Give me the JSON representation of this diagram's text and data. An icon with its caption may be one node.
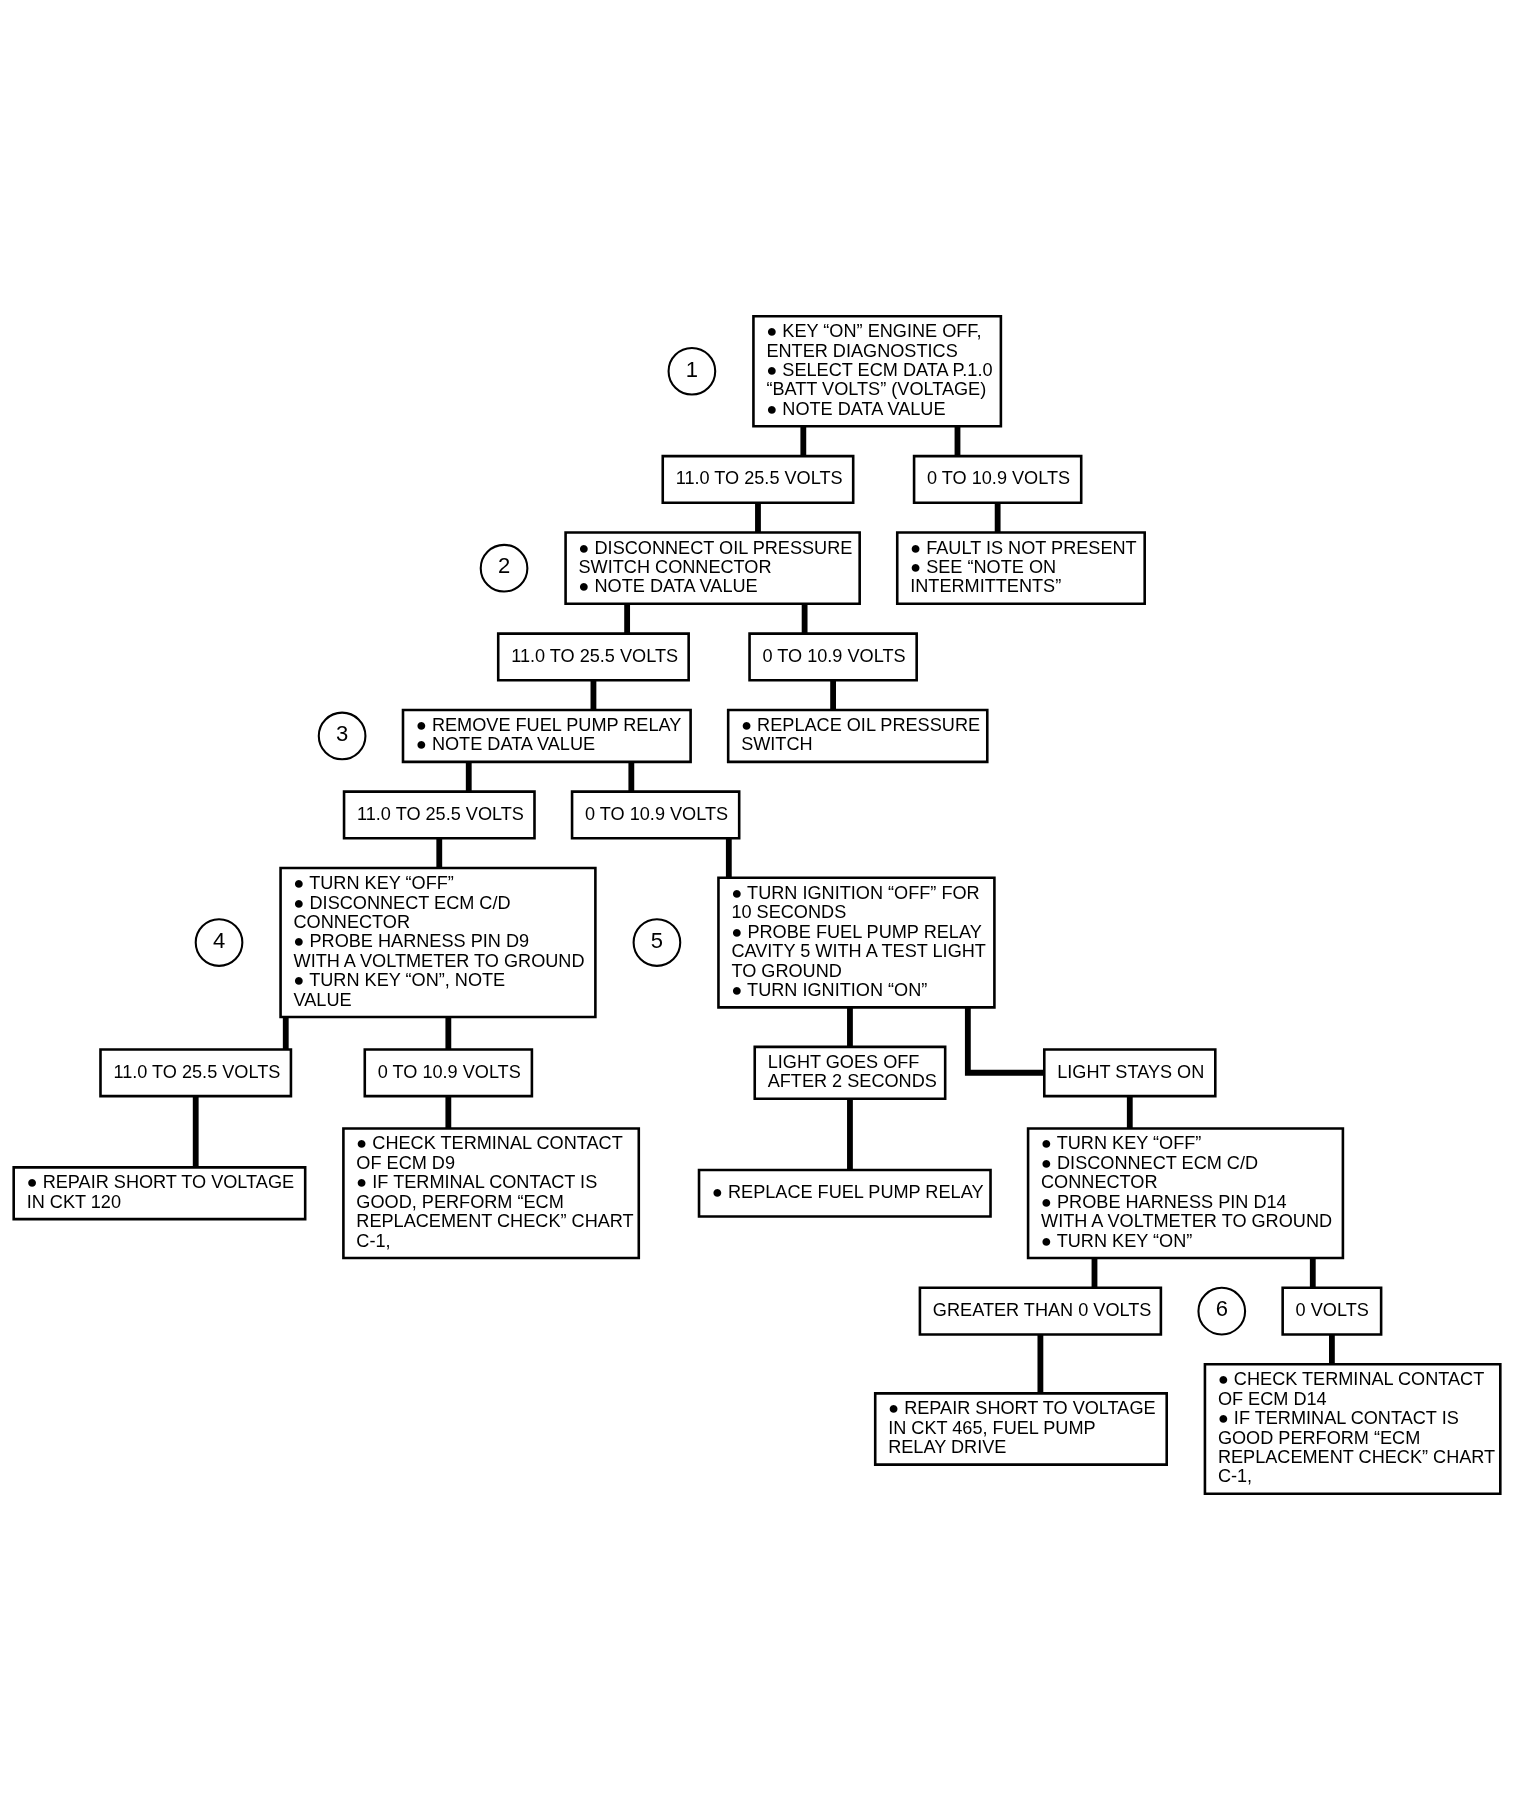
{
  "diagram": {
    "nodes": [
      {
        "text": [
          "1"
        ]
      },
      {
        "text": [
          "● KEY “ON” ENGINE OFF, ENTER DIAGNOSTICS",
          "● SELECT ECM DATA P.1.0 “BATT VOLTS” (VOLTAGE)",
          "● NOTE DATA VALUE"
        ]
      },
      {
        "text": [
          "11.0 TO 25.5 VOLTS"
        ]
      },
      {
        "text": [
          "0 TO 10.9 VOLTS"
        ]
      },
      {
        "text": [
          "2"
        ]
      },
      {
        "text": [
          "● DISCONNECT OIL PRESSURE SWITCH CONNECTOR",
          "● NOTE DATA VALUE"
        ]
      },
      {
        "text": [
          "● FAULT IS NOT PRESENT",
          "● SEE “NOTE ON INTERMITTENTS”"
        ]
      },
      {
        "text": [
          "11.0 TO 25.5 VOLTS"
        ]
      },
      {
        "text": [
          "0 TO 10.9 VOLTS"
        ]
      },
      {
        "text": [
          "3"
        ]
      },
      {
        "text": [
          "● REMOVE FUEL PUMP RELAY",
          "● NOTE DATA VALUE"
        ]
      },
      {
        "text": [
          "● REPLACE OIL PRESSURE SWITCH"
        ]
      },
      {
        "text": [
          "11.0 TO 25.5 VOLTS"
        ]
      },
      {
        "text": [
          "0 TO 10.9 VOLTS"
        ]
      },
      {
        "text": [
          "4"
        ]
      },
      {
        "text": [
          "● TURN KEY “OFF”",
          "● DISCONNECT ECM C/D CONNECTOR",
          "● PROBE HARNESS PIN D9 WITH A VOLTMETER TO GROUND",
          "● TURN KEY “ON”, NOTE VALUE"
        ]
      },
      {
        "text": [
          "5"
        ]
      },
      {
        "text": [
          "● TURN IGNITION “OFF” FOR 10 SECONDS",
          "● PROBE FUEL PUMP RELAY CAVITY 5 WITH A TEST LIGHT TO GROUND",
          "● TURN IGNITION “ON”"
        ]
      },
      {
        "text": [
          "11.0 TO 25.5 VOLTS"
        ]
      },
      {
        "text": [
          "0 TO 10.9 VOLTS"
        ]
      },
      {
        "text": [
          "LIGHT GOES OFF AFTER 2 SECONDS"
        ]
      },
      {
        "text": [
          "LIGHT STAYS ON"
        ]
      },
      {
        "text": [
          "● REPAIR SHORT TO VOLTAGE IN CKT 120"
        ]
      },
      {
        "text": [
          "● CHECK TERMINAL CONTACT OF ECM D9",
          "● IF TERMINAL CONTACT IS GOOD, PERFORM “ECM REPLACEMENT CHECK” CHART C-1,"
        ]
      },
      {
        "text": [
          "● REPLACE FUEL PUMP RELAY"
        ]
      },
      {
        "text": [
          "● TURN KEY “OFF”",
          "● DISCONNECT ECM C/D CONNECTOR",
          "● PROBE HARNESS PIN D14 WITH A VOLTMETER TO GROUND",
          "● TURN KEY “ON”"
        ]
      },
      {
        "text": [
          "GREATER THAN 0 VOLTS"
        ]
      },
      {
        "text": [
          "6"
        ]
      },
      {
        "text": [
          "0 VOLTS"
        ]
      },
      {
        "text": [
          "● REPAIR SHORT TO VOLTAGE IN CKT 465, FUEL PUMP RELAY DRIVE"
        ]
      },
      {
        "text": [
          "● CHECK TERMINAL CONTACT OF ECM D14",
          "● IF TERMINAL CONTACT IS GOOD PERFORM “ECM REPLACEMENT CHECK” CHART C-1,"
        ]
      }
    ],
    "edges": [
      {
        "from": 1,
        "to": 2,
        "arrow": "none"
      },
      {
        "from": 1,
        "to": 3,
        "arrow": "none"
      },
      {
        "from": 2,
        "to": 5,
        "arrow": "none"
      },
      {
        "from": 3,
        "to": 6,
        "arrow": "none"
      },
      {
        "from": 5,
        "to": 7,
        "arrow": "none"
      },
      {
        "from": 5,
        "to": 8,
        "arrow": "none"
      },
      {
        "from": 7,
        "to": 10,
        "arrow": "none"
      },
      {
        "from": 8,
        "to": 11,
        "arrow": "none"
      },
      {
        "from": 10,
        "to": 12,
        "arrow": "none"
      },
      {
        "from": 10,
        "to": 13,
        "arrow": "none"
      },
      {
        "from": 12,
        "to": 15,
        "arrow": "none"
      },
      {
        "from": 13,
        "to": 17,
        "arrow": "none"
      },
      {
        "from": 15,
        "to": 18,
        "arrow": "none"
      },
      {
        "from": 15,
        "to": 19,
        "arrow": "none"
      },
      {
        "from": 18,
        "to": 22,
        "arrow": "none"
      },
      {
        "from": 19,
        "to": 23,
        "arrow": "none"
      },
      {
        "from": 17,
        "to": 20,
        "arrow": "none"
      },
      {
        "from": 17,
        "to": 21,
        "arrow": "none"
      },
      {
        "from": 20,
        "to": 24,
        "arrow": "none"
      },
      {
        "from": 21,
        "to": 25,
        "arrow": "none"
      },
      {
        "from": 25,
        "to": 26,
        "arrow": "none"
      },
      {
        "from": 25,
        "to": 28,
        "arrow": "none"
      },
      {
        "from": 26,
        "to": 29,
        "arrow": "none"
      },
      {
        "from": 28,
        "to": 30,
        "arrow": "none"
      }
    ]
  }
}
